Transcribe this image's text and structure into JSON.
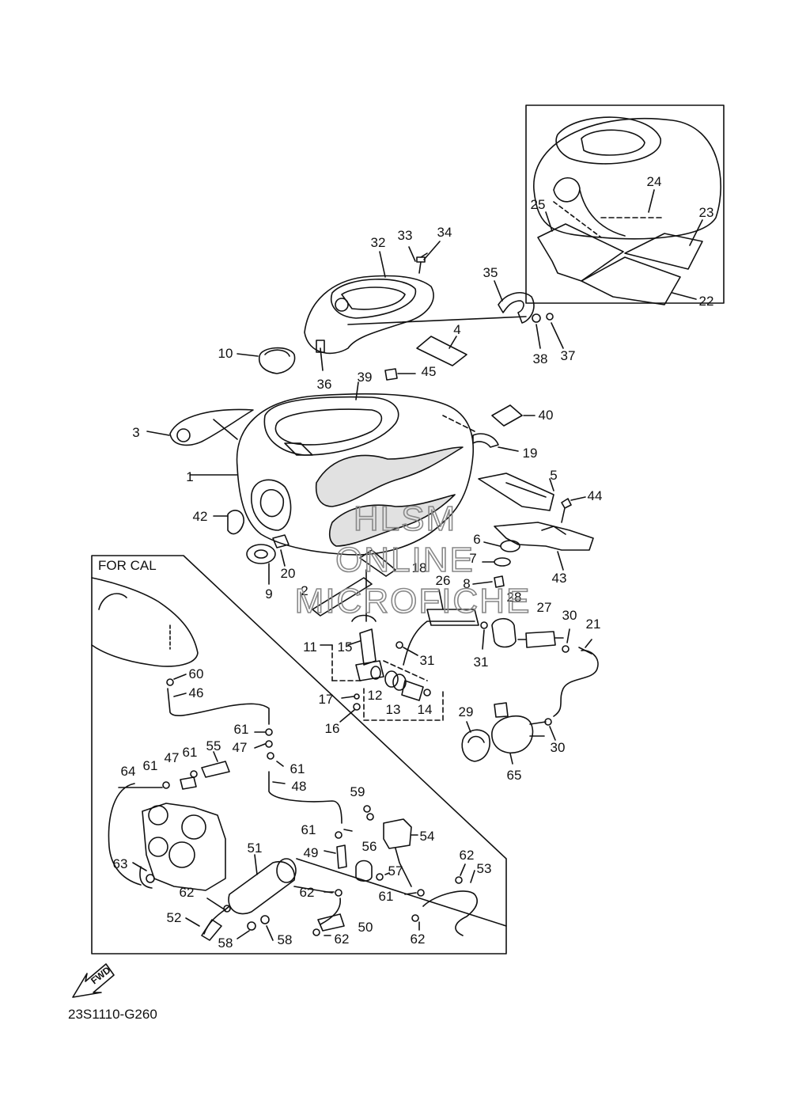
{
  "labels": [
    "1",
    "2",
    "3",
    "4",
    "5",
    "6",
    "7",
    "8",
    "9",
    "10",
    "11",
    "12",
    "13",
    "14",
    "15",
    "16",
    "17",
    "18",
    "19",
    "20",
    "21",
    "22",
    "23",
    "24",
    "25",
    "26",
    "27",
    "28",
    "29",
    "30",
    "31",
    "32",
    "33",
    "34",
    "35",
    "36",
    "37",
    "38",
    "39",
    "40",
    "42",
    "43",
    "44",
    "45",
    "46",
    "47",
    "48",
    "49",
    "50",
    "51",
    "52",
    "53",
    "54",
    "55",
    "56",
    "57",
    "58",
    "59",
    "60",
    "61",
    "62",
    "63",
    "64",
    "65"
  ],
  "inset_label": "FOR CAL",
  "fwd_label": "FWD",
  "diagram_code": "23S1110-G260",
  "watermark": [
    "HLSM",
    "ONLINE",
    "MICROFICHE"
  ]
}
